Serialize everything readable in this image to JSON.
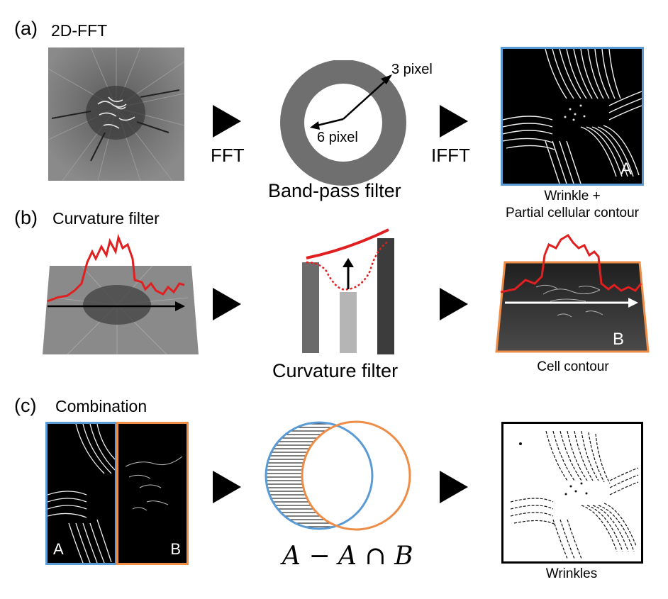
{
  "sections": [
    {
      "label": "(a)",
      "title": "2D-FFT"
    },
    {
      "label": "(b)",
      "title": "Curvature filter"
    },
    {
      "label": "(c)",
      "title": "Combination"
    }
  ],
  "row_a": {
    "fft_label": "FFT",
    "ifft_label": "IFFT",
    "pixel_outer": "3 pixel",
    "pixel_inner": "6 pixel",
    "filter_caption": "Band-pass filter",
    "result_letter": "A",
    "result_caption_line1": "Wrinkle +",
    "result_caption_line2": "Partial cellular contour"
  },
  "row_b": {
    "filter_caption": "Curvature filter",
    "result_letter": "B",
    "result_caption": "Cell contour"
  },
  "row_c": {
    "left_letter": "A",
    "right_letter": "B",
    "formula": "A − A ∩ B",
    "result_caption": "Wrinkles"
  },
  "colors": {
    "panel_a_border": "#5b9bd5",
    "panel_b_border": "#ed8d47",
    "profile_line": "#e02020",
    "arrow_fill": "#000000"
  },
  "icons": [
    "triangle-arrow-icon"
  ]
}
